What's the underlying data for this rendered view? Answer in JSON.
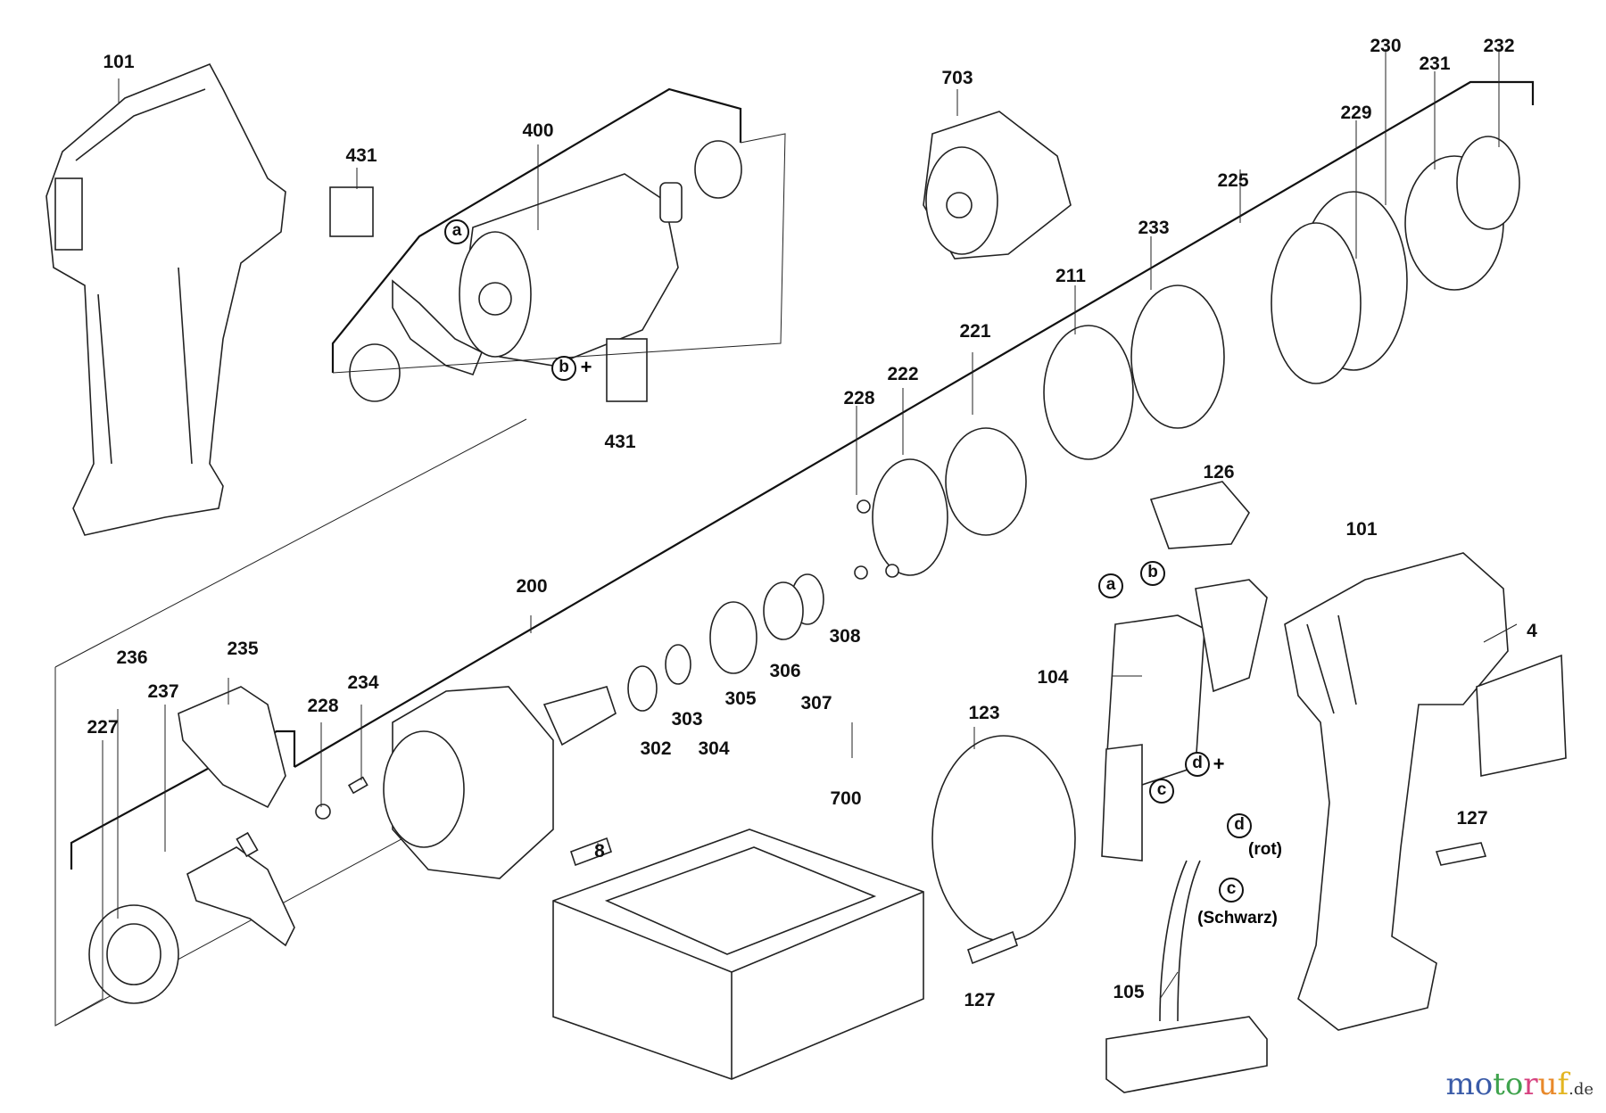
{
  "diagram": {
    "type": "exploded-parts-diagram",
    "part_labels": [
      "101",
      "400",
      "431",
      "431",
      "703",
      "230",
      "231",
      "232",
      "229",
      "225",
      "233",
      "211",
      "221",
      "222",
      "228",
      "200",
      "236",
      "235",
      "237",
      "227",
      "228",
      "234",
      "302",
      "303",
      "304",
      "305",
      "306",
      "307",
      "308",
      "126",
      "101",
      "4",
      "104",
      "123",
      "700",
      "8",
      "127",
      "127",
      "105"
    ],
    "connection_markers": [
      {
        "letter": "a",
        "suffix": ""
      },
      {
        "letter": "b",
        "suffix": "+"
      },
      {
        "letter": "a",
        "suffix": ""
      },
      {
        "letter": "b",
        "suffix": ""
      },
      {
        "letter": "d",
        "suffix": "+"
      },
      {
        "letter": "c",
        "suffix": ""
      },
      {
        "letter": "d",
        "suffix": ""
      },
      {
        "letter": "c",
        "suffix": ""
      }
    ],
    "wire_notes": {
      "red": "(rot)",
      "black": "(Schwarz)"
    }
  },
  "watermark": {
    "letters": [
      {
        "ch": "m",
        "color": "#3a5ba8"
      },
      {
        "ch": "o",
        "color": "#3a5ba8"
      },
      {
        "ch": "t",
        "color": "#3fa34d"
      },
      {
        "ch": "o",
        "color": "#3fa34d"
      },
      {
        "ch": "r",
        "color": "#d6417f"
      },
      {
        "ch": "u",
        "color": "#e8892b"
      },
      {
        "ch": "f",
        "color": "#e3b520"
      }
    ],
    "tld": ".de"
  }
}
